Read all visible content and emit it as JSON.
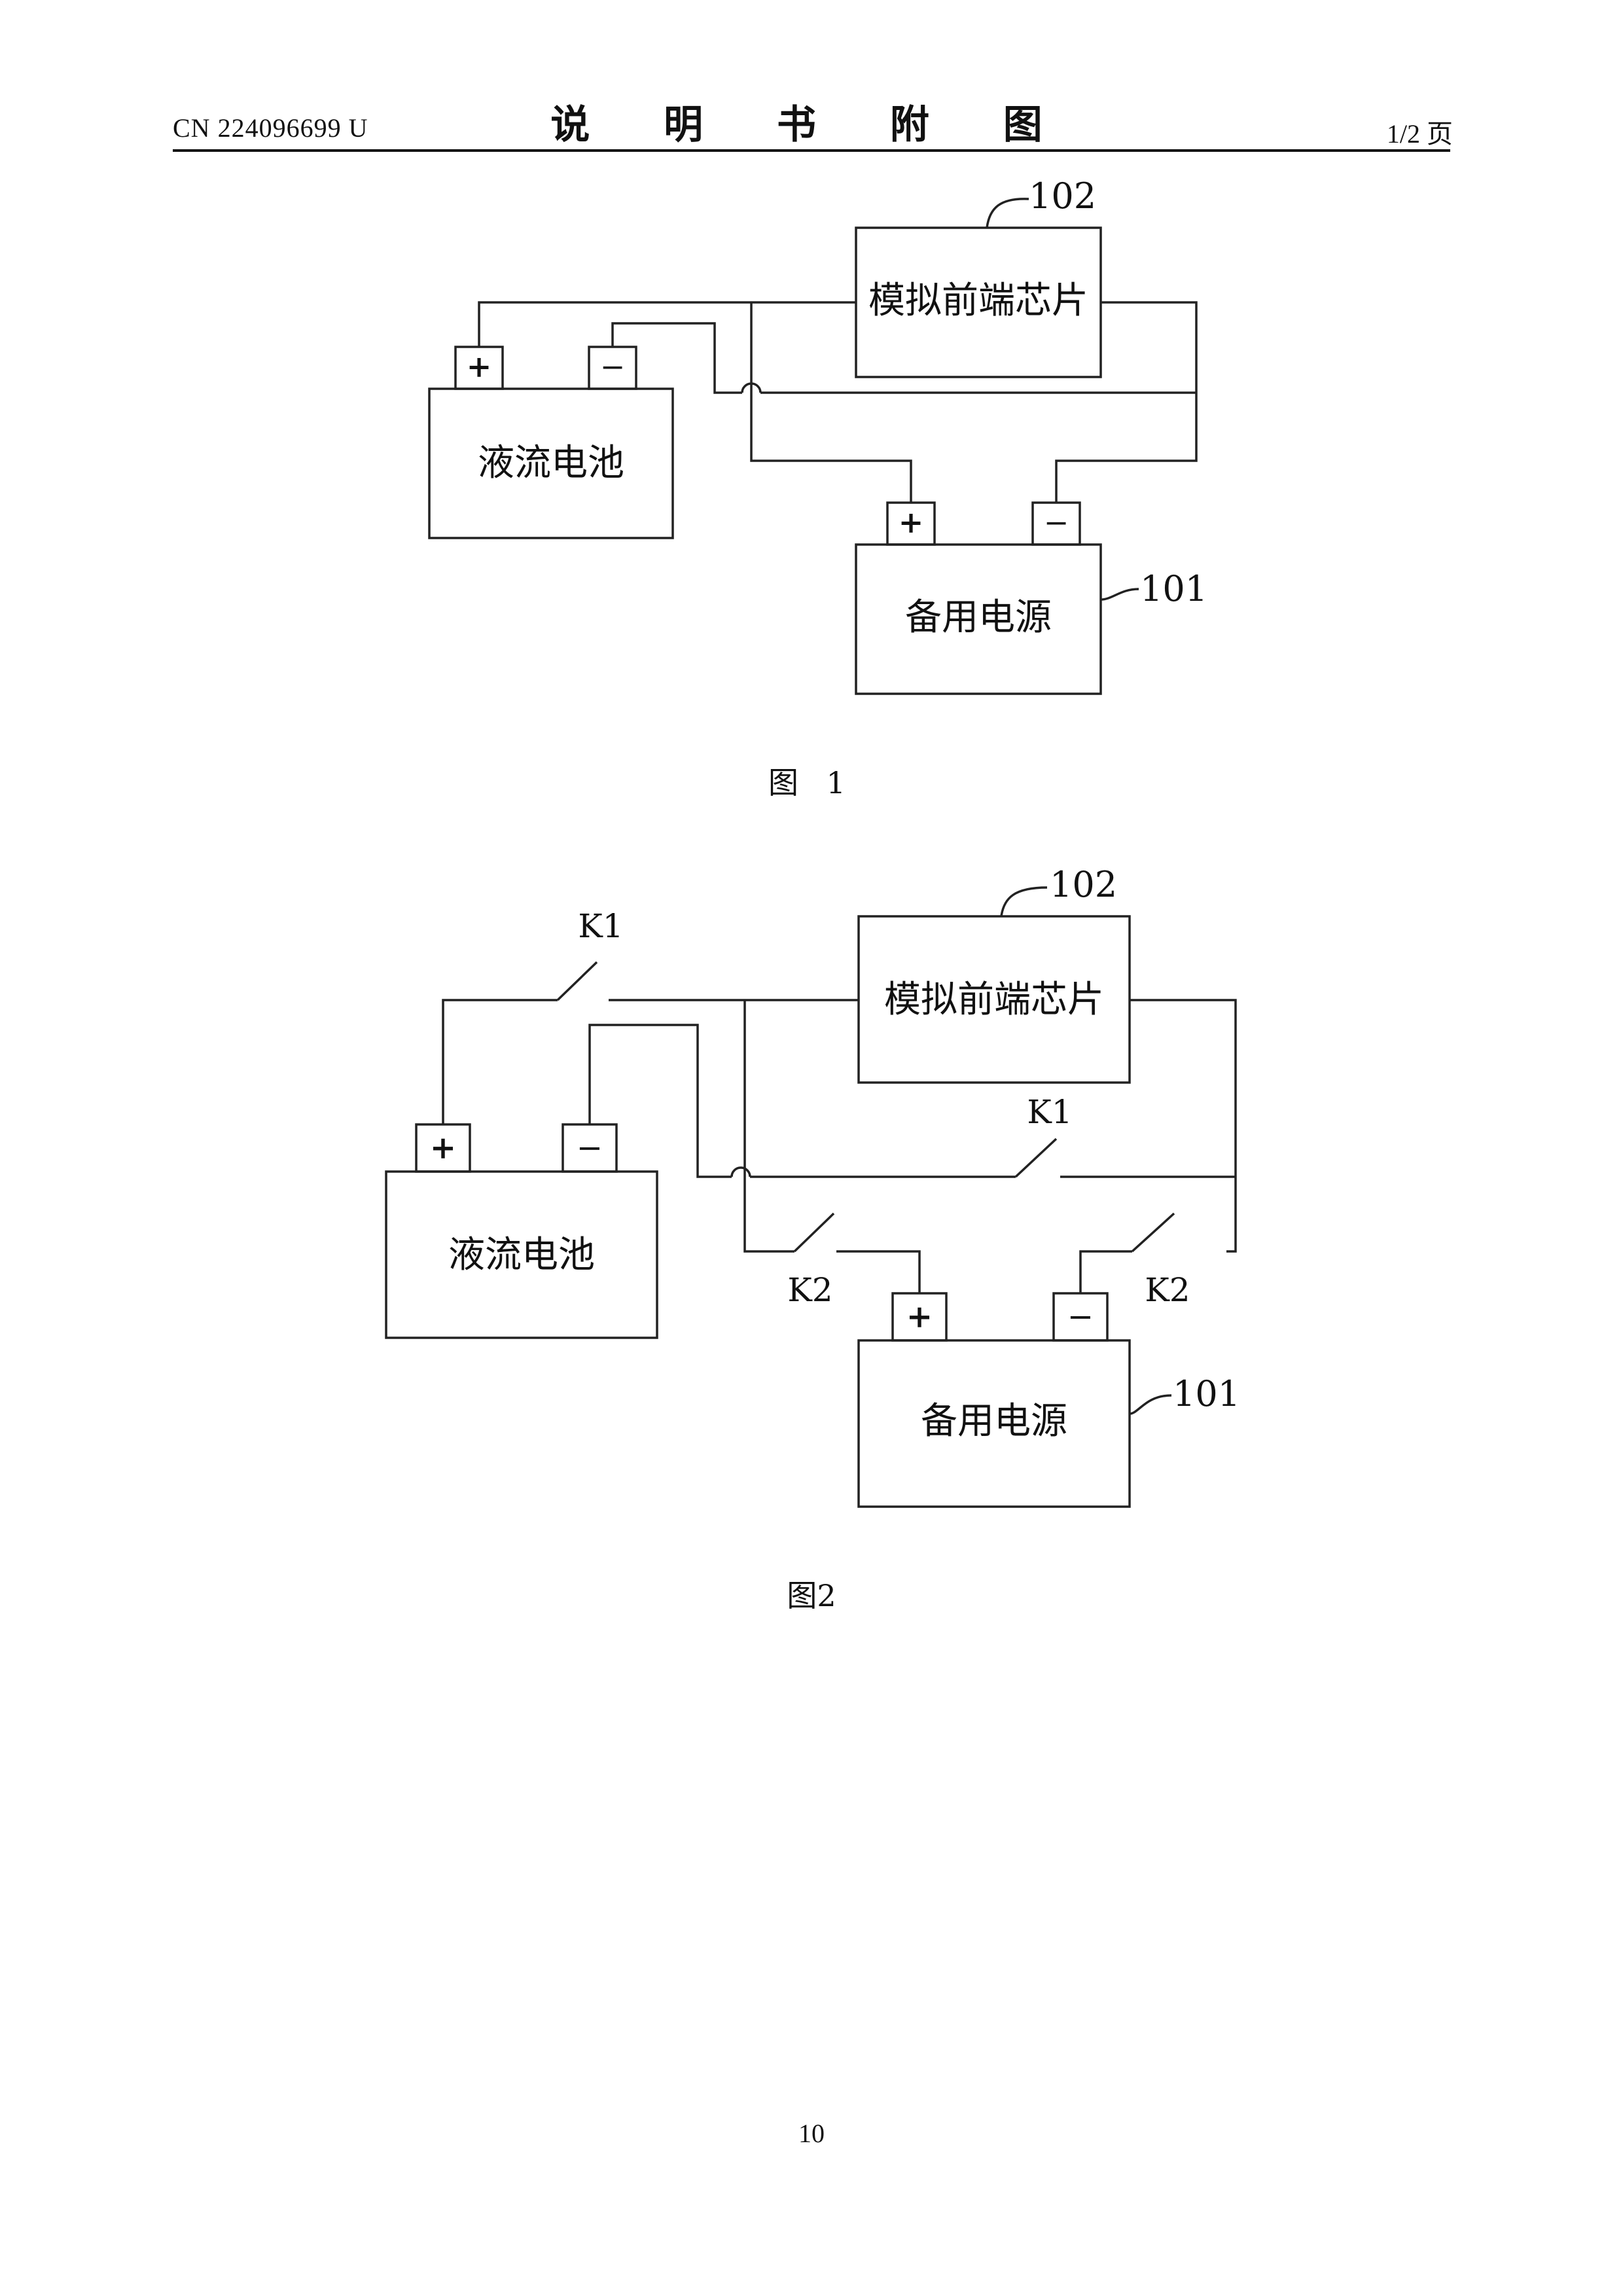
{
  "header": {
    "doc_number": "CN 224096699 U",
    "title": "说 明 书 附 图",
    "page_info": "1/2 页"
  },
  "figure1": {
    "caption": "图 1",
    "chip_label": "模拟前端芯片",
    "battery_label": "液流电池",
    "backup_label": "备用电源",
    "ref_chip": "102",
    "ref_backup": "101",
    "plus": "+",
    "minus": "−"
  },
  "figure2": {
    "caption": "图2",
    "chip_label": "模拟前端芯片",
    "battery_label": "液流电池",
    "backup_label": "备用电源",
    "ref_chip": "102",
    "ref_backup": "101",
    "switch_k1_top": "K1",
    "switch_k1_mid": "K1",
    "switch_k2_left": "K2",
    "switch_k2_right": "K2",
    "plus": "+",
    "minus": "−"
  },
  "footer": {
    "page_number": "10"
  }
}
